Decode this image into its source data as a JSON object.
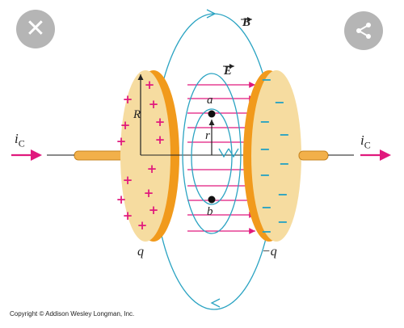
{
  "toolbar": {
    "close_icon": "close-icon",
    "share_icon": "share-icon"
  },
  "diagram": {
    "labels": {
      "B": "B",
      "E": "E",
      "a": "a",
      "b": "b",
      "r": "r",
      "R": "R",
      "i_left": "i",
      "i_left_sub": "C",
      "i_right": "i",
      "i_right_sub": "C",
      "q": "q",
      "minus_q": "−q"
    },
    "plus_sign": "+",
    "minus_sign": "−",
    "colors": {
      "plate": "#f6dca0",
      "plate_edge": "#f19a1c",
      "wire": "#f2b04a",
      "field_B": "#2aa3c2",
      "field_E": "#e0197d",
      "text": "#222222"
    }
  },
  "footer": {
    "copyright": "Copyright © Addison Wesley Longman, Inc."
  }
}
